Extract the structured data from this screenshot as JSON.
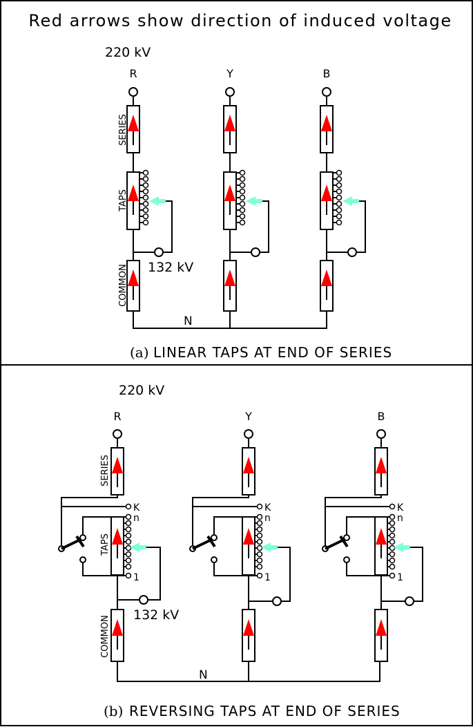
{
  "title": "Red arrows show direction of induced voltage",
  "colors": {
    "arrow": "#ff0000",
    "tap_pointer": "#7fffd4",
    "line": "#000000"
  },
  "panel_a": {
    "voltage_hv": "220 kV",
    "voltage_lv": "132 kV",
    "phases": [
      "R",
      "Y",
      "B"
    ],
    "series_label": "SERIES",
    "taps_label": "TAPS",
    "common_label": "COMMON",
    "neutral_label": "N",
    "caption_prefix": "(a)",
    "caption": "LINEAR TAPS AT END OF SERIES"
  },
  "panel_b": {
    "voltage_hv": "220 kV",
    "voltage_lv": "132 kV",
    "phases": [
      "R",
      "Y",
      "B"
    ],
    "series_label": "SERIES",
    "taps_label": "TAPS",
    "common_label": "COMMON",
    "neutral_label": "N",
    "tap_k": "K",
    "tap_n": "n",
    "tap_1": "1",
    "caption_prefix": "(b)",
    "caption": "REVERSING TAPS AT END OF SERIES"
  }
}
